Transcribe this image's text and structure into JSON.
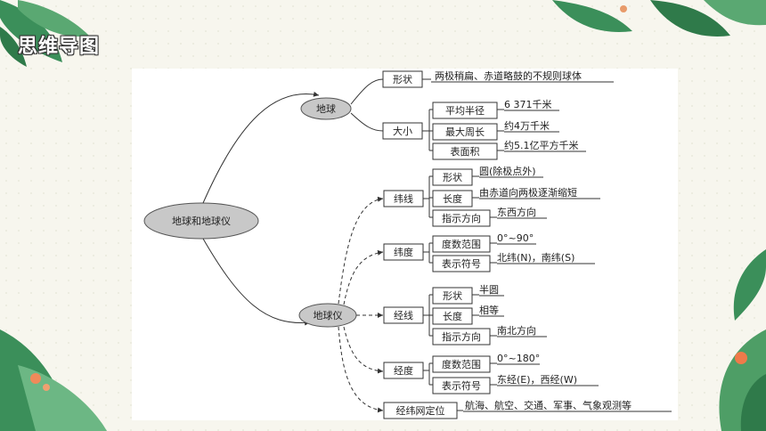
{
  "title": "思维导图",
  "root": "地球和地球仪",
  "earth": {
    "label": "地球",
    "shape_label": "形状",
    "shape_value": "两极稍扁、赤道略鼓的不规则球体",
    "size_label": "大小",
    "size_items": [
      {
        "label": "平均半径",
        "value": "6 371千米"
      },
      {
        "label": "最大周长",
        "value": "约4万千米"
      },
      {
        "label": "表面积",
        "value": "约5.1亿平方千米"
      }
    ]
  },
  "globe": {
    "label": "地球仪",
    "latitude_line": {
      "label": "纬线",
      "items": [
        {
          "label": "形状",
          "value": "圆(除极点外)"
        },
        {
          "label": "长度",
          "value": "由赤道向两极逐渐缩短"
        },
        {
          "label": "指示方向",
          "value": "东西方向"
        }
      ]
    },
    "latitude": {
      "label": "纬度",
      "items": [
        {
          "label": "度数范围",
          "value": "0°~90°"
        },
        {
          "label": "表示符号",
          "value": "北纬(N)，南纬(S)"
        }
      ]
    },
    "longitude_line": {
      "label": "经线",
      "items": [
        {
          "label": "形状",
          "value": "半圆"
        },
        {
          "label": "长度",
          "value": "相等"
        },
        {
          "label": "指示方向",
          "value": "南北方向"
        }
      ]
    },
    "longitude": {
      "label": "经度",
      "items": [
        {
          "label": "度数范围",
          "value": "0°~180°"
        },
        {
          "label": "表示符号",
          "value": "东经(E)，西经(W)"
        }
      ]
    },
    "grid_position": {
      "label": "经纬网定位",
      "value": "航海、航空、交通、军事、气象观测等"
    }
  }
}
